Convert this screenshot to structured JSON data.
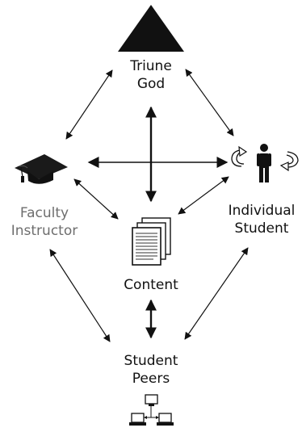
{
  "nodes": {
    "god": {
      "line1": "Triune",
      "line2": "God",
      "icon": "triangle-icon"
    },
    "faculty": {
      "line1": "Faculty",
      "line2": "Instructor",
      "icon": "graduation-cap-icon"
    },
    "student": {
      "line1": "Individual",
      "line2": "Student",
      "icon": "person-with-cycle-arrows-icon"
    },
    "content": {
      "line1": "Content",
      "icon": "documents-stack-icon"
    },
    "peers": {
      "line1": "Student",
      "line2": "Peers",
      "icon": "networked-computers-icon"
    }
  },
  "connections": [
    {
      "from": "god",
      "to": "faculty",
      "style": "thin"
    },
    {
      "from": "god",
      "to": "student",
      "style": "thin"
    },
    {
      "from": "god",
      "to": "content",
      "style": "bold"
    },
    {
      "from": "faculty",
      "to": "student",
      "style": "bold"
    },
    {
      "from": "faculty",
      "to": "content",
      "style": "thin"
    },
    {
      "from": "student",
      "to": "content",
      "style": "thin"
    },
    {
      "from": "content",
      "to": "peers",
      "style": "bold"
    },
    {
      "from": "faculty",
      "to": "peers",
      "style": "thin"
    },
    {
      "from": "student",
      "to": "peers",
      "style": "thin"
    }
  ]
}
